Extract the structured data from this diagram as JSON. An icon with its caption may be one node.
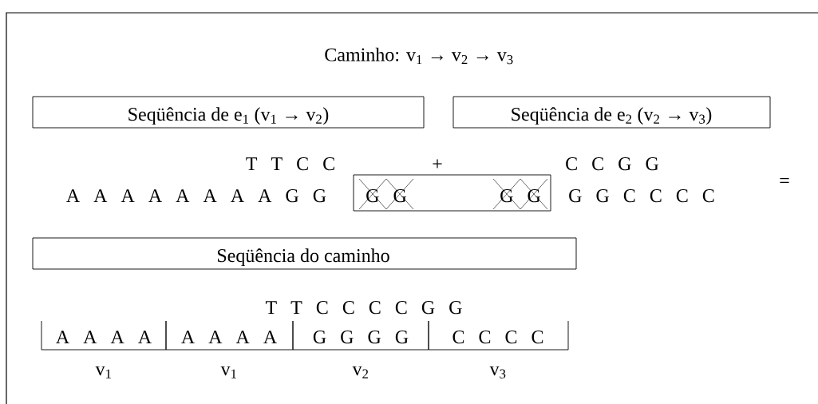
{
  "diagram": {
    "title": "Caminho: v$_{1}$ → v$_{2}$ → v$_{3}$",
    "nodes": [
      {
        "text": [
          "Seqüência de e$_{1}$ (v$_{1}$ → v$_{2}$)"
        ]
      },
      {
        "text": [
          "Seqüência de e$_{2}$ (v$_{2}$ → v$_{3}$)"
        ]
      },
      {
        "text": [
          "G G",
          "G G"
        ]
      },
      {
        "text": [
          "Seqüência do caminho"
        ]
      },
      {
        "text": [
          "A A A A"
        ],
        "beside": [
          "v$_{1}$"
        ]
      },
      {
        "text": [
          "A A A A"
        ],
        "beside": [
          "v$_{1}$"
        ]
      },
      {
        "text": [
          "G G G G"
        ],
        "beside": [
          "v$_{2}$"
        ]
      },
      {
        "text": [
          "C C C C"
        ],
        "beside": [
          "v$_{3}$"
        ]
      }
    ],
    "edges": [],
    "labels": [
      "T T C C",
      "+",
      "C C G G",
      "A A A A A A A A G G",
      "G G C C C C",
      "=",
      "T T C C C C G G"
    ]
  }
}
